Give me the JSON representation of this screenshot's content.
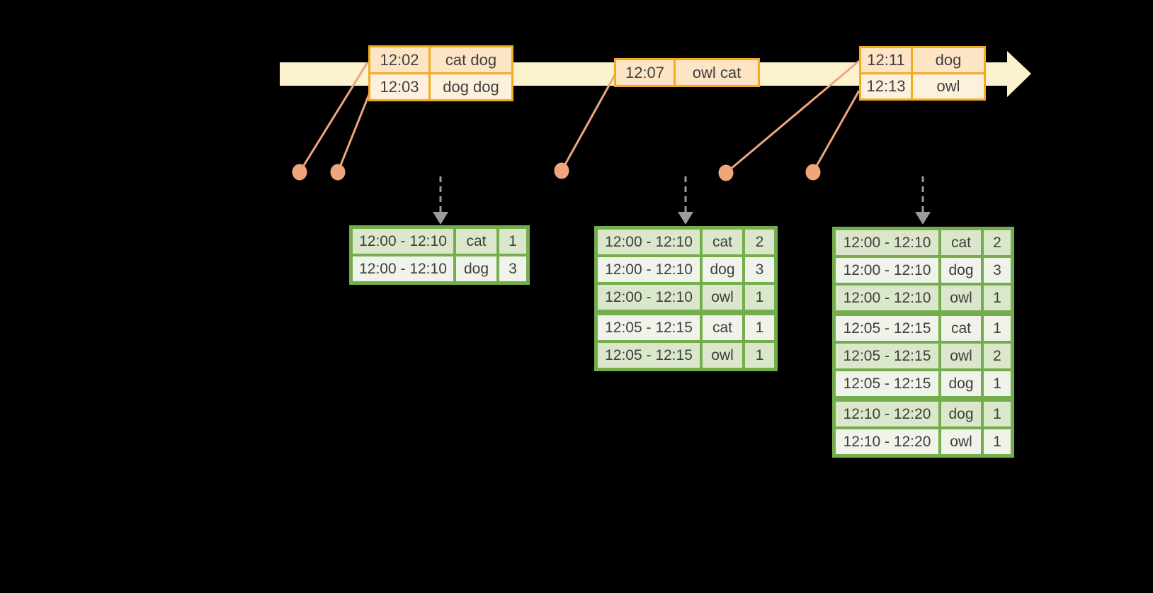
{
  "colors": {
    "background": "#000000",
    "timeline_fill": "#fcf2cd",
    "event_border": "#f3ac21",
    "event_row_dark": "#fce4c5",
    "event_row_light": "#fdf1de",
    "connector": "#efa67d",
    "trigger_arrow": "#9c9c9c",
    "result_border": "#74ad4b",
    "result_row_dark": "#dbe7cb",
    "result_row_light": "#eff3e9",
    "text": "#3e3e3e"
  },
  "event_tables": [
    {
      "rows": [
        {
          "time": "12:02",
          "words": "cat dog"
        },
        {
          "time": "12:03",
          "words": "dog dog"
        }
      ]
    },
    {
      "rows": [
        {
          "time": "12:07",
          "words": "owl cat"
        }
      ]
    },
    {
      "rows": [
        {
          "time": "12:11",
          "words": "dog"
        },
        {
          "time": "12:13",
          "words": "owl"
        }
      ]
    }
  ],
  "result_tables": [
    {
      "rows": [
        {
          "window": "12:00 - 12:10",
          "word": "cat",
          "count": "1"
        },
        {
          "window": "12:00 - 12:10",
          "word": "dog",
          "count": "3"
        }
      ]
    },
    {
      "rows": [
        {
          "window": "12:00 - 12:10",
          "word": "cat",
          "count": "2"
        },
        {
          "window": "12:00 - 12:10",
          "word": "dog",
          "count": "3"
        },
        {
          "window": "12:00 - 12:10",
          "word": "owl",
          "count": "1"
        },
        {
          "window": "12:05 - 12:15",
          "word": "cat",
          "count": "1"
        },
        {
          "window": "12:05 - 12:15",
          "word": "owl",
          "count": "1"
        }
      ]
    },
    {
      "rows": [
        {
          "window": "12:00 - 12:10",
          "word": "cat",
          "count": "2"
        },
        {
          "window": "12:00 - 12:10",
          "word": "dog",
          "count": "3"
        },
        {
          "window": "12:00 - 12:10",
          "word": "owl",
          "count": "1"
        },
        {
          "window": "12:05 - 12:15",
          "word": "cat",
          "count": "1"
        },
        {
          "window": "12:05 - 12:15",
          "word": "owl",
          "count": "2"
        },
        {
          "window": "12:05 - 12:15",
          "word": "dog",
          "count": "1"
        },
        {
          "window": "12:10 - 12:20",
          "word": "dog",
          "count": "1"
        },
        {
          "window": "12:10 - 12:20",
          "word": "owl",
          "count": "1"
        }
      ]
    }
  ]
}
